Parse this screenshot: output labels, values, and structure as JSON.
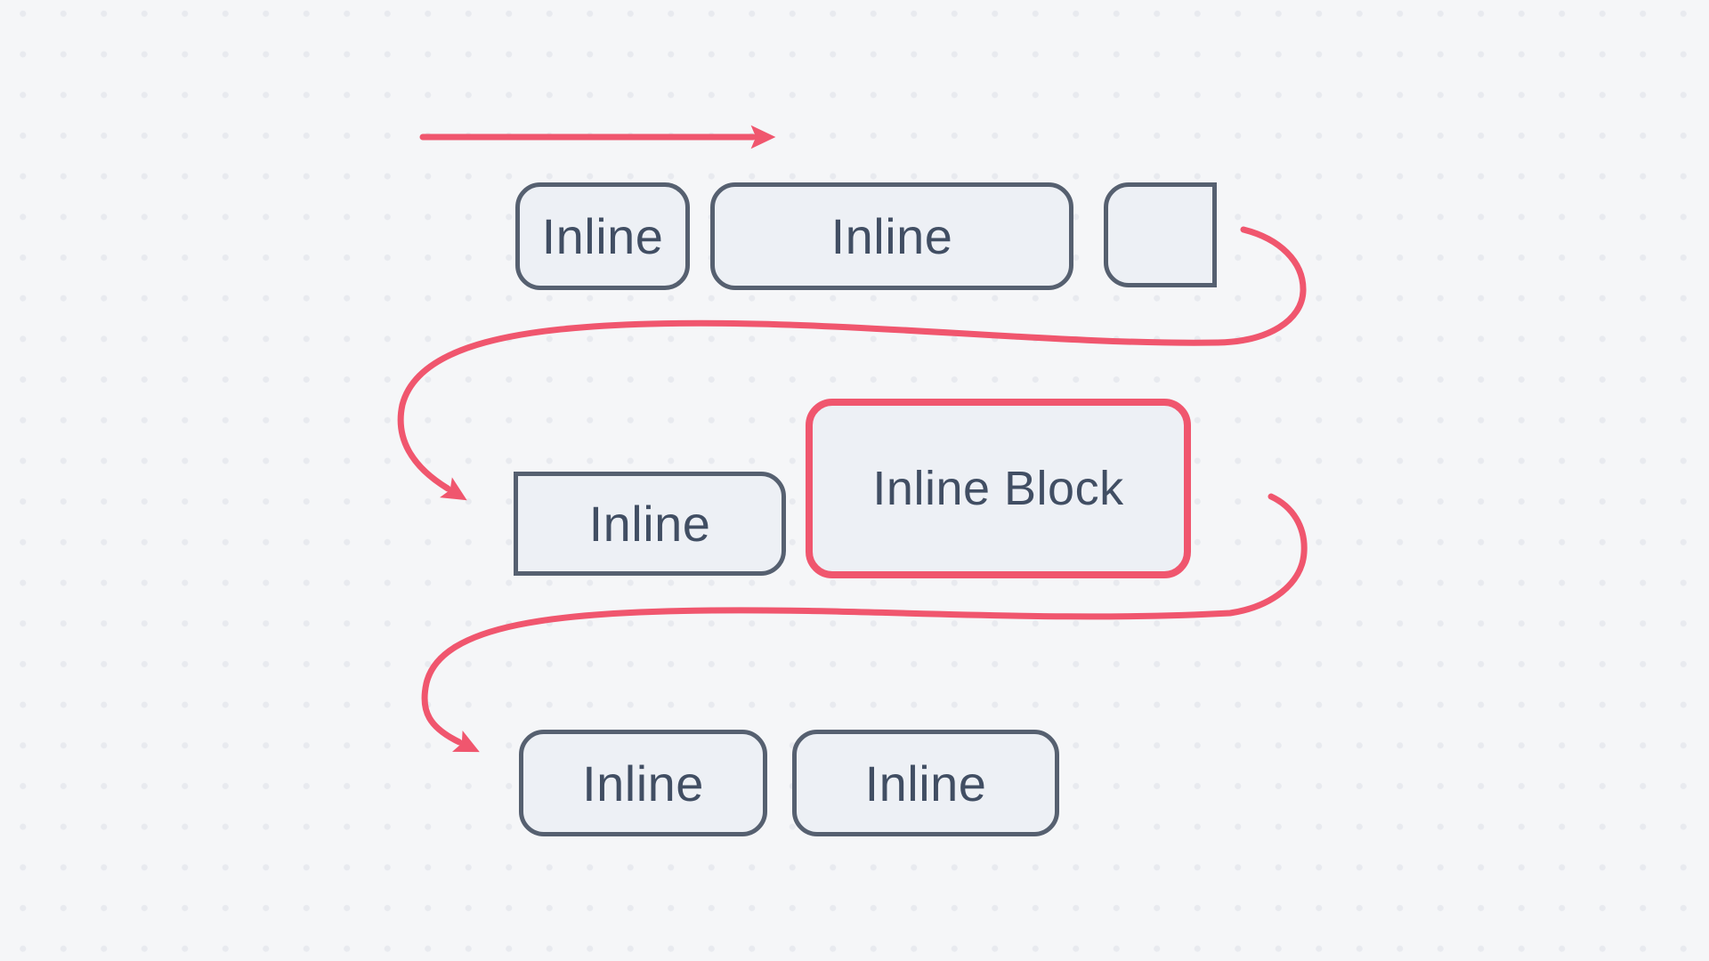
{
  "diagram": {
    "description": "Inline flow wrapping diagram",
    "rows": [
      {
        "boxes": [
          {
            "label": "Inline",
            "type": "inline"
          },
          {
            "label": "Inline",
            "type": "inline"
          },
          {
            "label": "",
            "type": "inline-clipped-at-line-end"
          }
        ]
      },
      {
        "boxes": [
          {
            "label": "Inline",
            "type": "inline-wrapped-continuation"
          },
          {
            "label": "Inline Block",
            "type": "inline-block"
          }
        ]
      },
      {
        "boxes": [
          {
            "label": "Inline",
            "type": "inline"
          },
          {
            "label": "Inline",
            "type": "inline"
          }
        ]
      }
    ],
    "arrows": [
      {
        "name": "flow-direction-arrow",
        "shape": "straight-right"
      },
      {
        "name": "wrap-arrow-top",
        "shape": "loop-right-to-next-line"
      },
      {
        "name": "wrap-arrow-bottom",
        "shape": "loop-right-to-next-line"
      }
    ]
  },
  "colors": {
    "accent": "#f0566e",
    "box-border": "#566070",
    "box-fill": "#edf0f5",
    "text": "#414e63",
    "bg": "#f5f6f8",
    "dot": "#e8eaef"
  }
}
